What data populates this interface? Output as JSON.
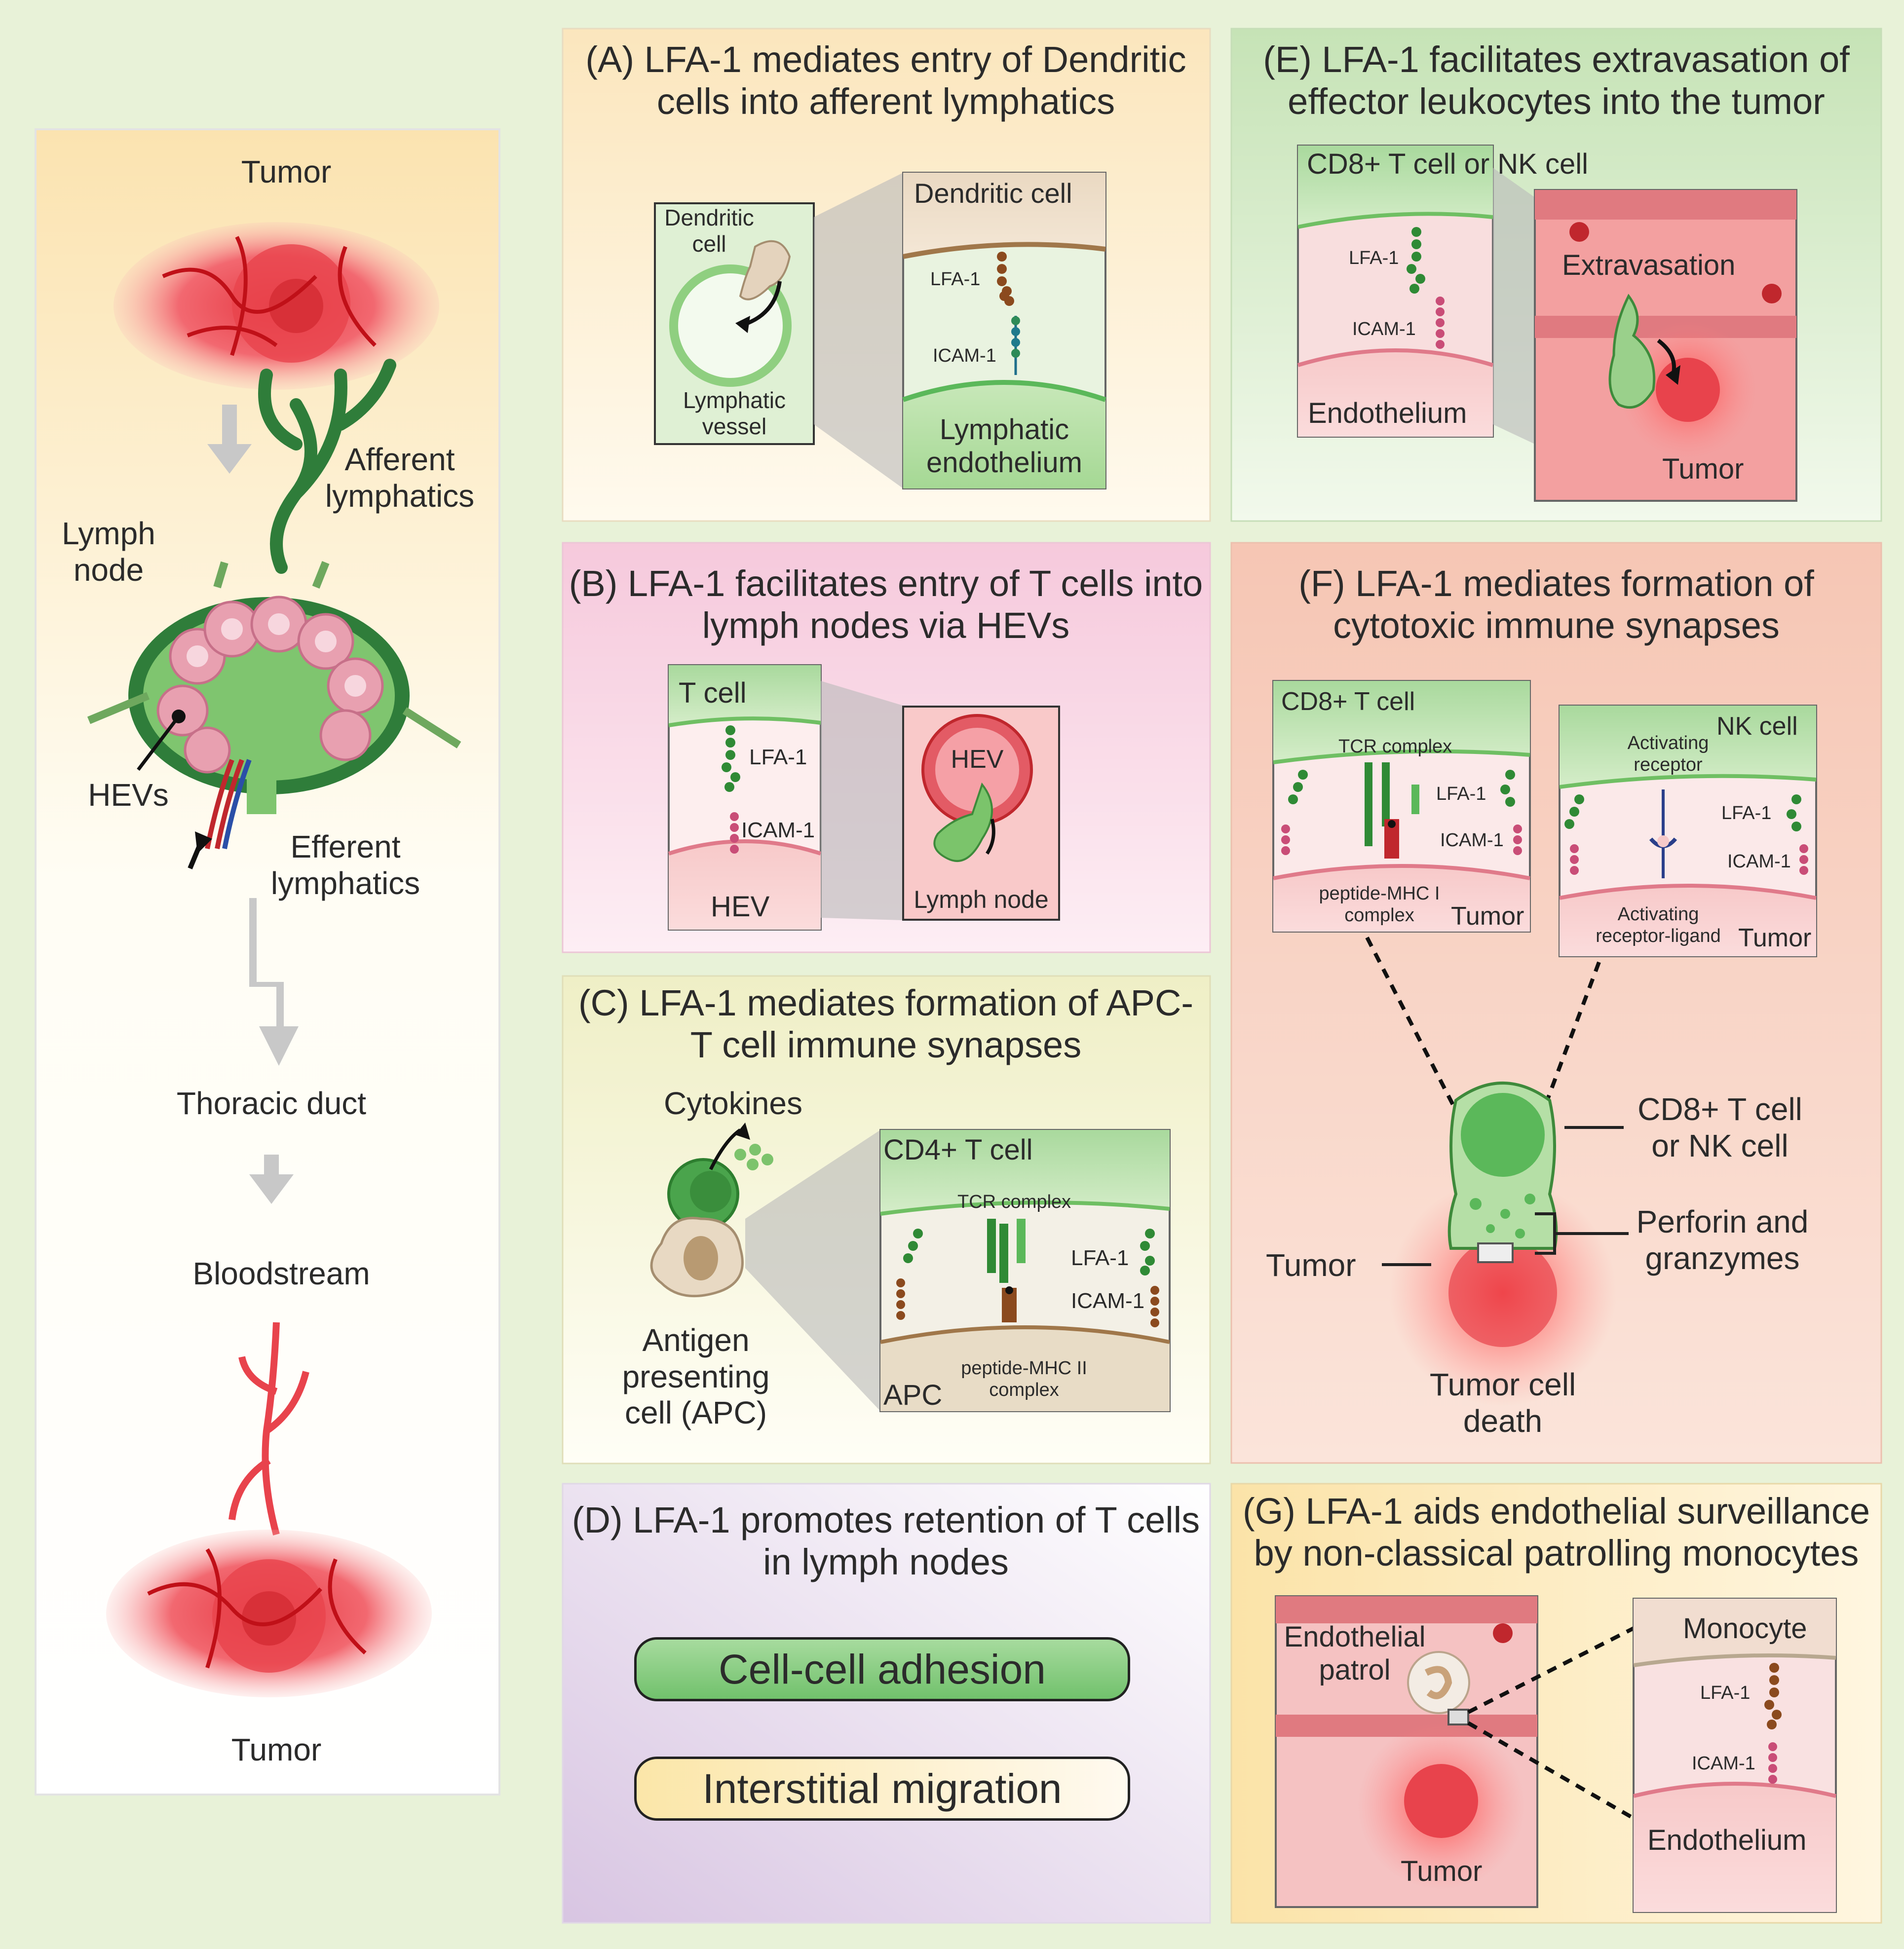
{
  "colors": {
    "page_bg": "#e8f2d8",
    "tumor": "#e8434c",
    "lymphatic": "#2f7d3a",
    "cell_green": "#5bb85a",
    "brown": "#8b4a1e",
    "panel_A": "#fbefd1",
    "panel_B": "#f9dde9",
    "panel_C": "#f5f2d8",
    "panel_D": "#eee6f2",
    "panel_E": "#d9ebce",
    "panel_F": "#f8d8cc",
    "panel_G": "#fbefcd"
  },
  "left": {
    "tumor_top": "Tumor",
    "afferent": "Afferent lymphatics",
    "lymph_node": "Lymph node",
    "hevs": "HEVs",
    "efferent": "Efferent lymphatics",
    "thoracic": "Thoracic duct",
    "blood": "Bloodstream",
    "tumor_bottom": "Tumor"
  },
  "A": {
    "title": "(A) LFA-1 mediates entry of Dendritic cells into afferent lymphatics",
    "dc": "Dendritic cell",
    "vessel": "Lymphatic vessel",
    "zoom_cell": "Dendritic cell",
    "lfa": "LFA-1",
    "icam": "ICAM-1",
    "endo": "Lymphatic endothelium"
  },
  "B": {
    "title": "(B) LFA-1 facilitates entry of T cells into lymph nodes via HEVs",
    "tcell": "T cell",
    "lfa": "LFA-1",
    "icam": "ICAM-1",
    "hev_zoom": "HEV",
    "hev": "HEV",
    "node": "Lymph node"
  },
  "C": {
    "title": "(C) LFA-1 mediates formation of APC-T cell immune synapses",
    "cytokines": "Cytokines",
    "apc_label": "Antigen presenting cell (APC)",
    "cd4": "CD4+ T cell",
    "tcr": "TCR complex",
    "lfa": "LFA-1",
    "icam": "ICAM-1",
    "apc": "APC",
    "mhc": "peptide-MHC II complex"
  },
  "D": {
    "title": "(D) LFA-1 promotes retention of T cells in lymph nodes",
    "pill1": "Cell-cell adhesion",
    "pill2": "Interstitial migration"
  },
  "E": {
    "title": "(E) LFA-1 facilitates extravasation of effector leukocytes into the tumor",
    "cell": "CD8+ T cell or NK cell",
    "lfa": "LFA-1",
    "icam": "ICAM-1",
    "endo": "Endothelium",
    "extrav": "Extravasation",
    "tumor": "Tumor"
  },
  "F": {
    "title": "(F) LFA-1 mediates formation of cytotoxic immune synapses",
    "cd8": "CD8+ T cell",
    "tcr": "TCR complex",
    "lfa": "LFA-1",
    "icam": "ICAM-1",
    "mhc": "peptide-MHC I complex",
    "tumor1": "Tumor",
    "nk": "NK cell",
    "act_rec": "Activating receptor",
    "lfa2": "LFA-1",
    "icam2": "ICAM-1",
    "act_lig": "Activating receptor-ligand",
    "tumor2": "Tumor",
    "cell_label": "CD8+ T cell or NK cell",
    "perforin": "Perforin and granzymes",
    "tumor3": "Tumor",
    "death": "Tumor cell death"
  },
  "G": {
    "title": "(G) LFA-1 aids endothelial surveillance by non-classical patrolling monocytes",
    "patrol": "Endothelial patrol",
    "tumor": "Tumor",
    "mono": "Monocyte",
    "lfa": "LFA-1",
    "icam": "ICAM-1",
    "endo": "Endothelium"
  }
}
